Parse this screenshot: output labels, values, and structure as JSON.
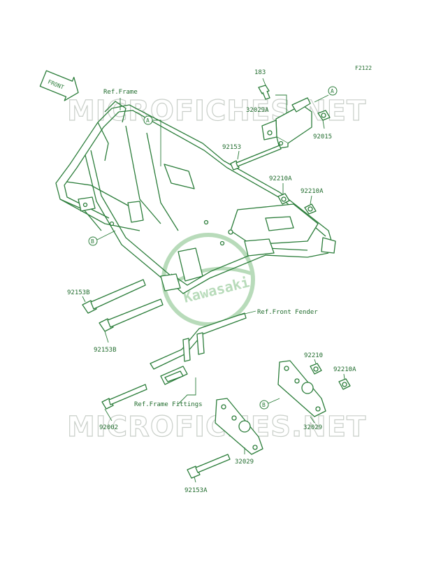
{
  "diagram_code": "F2122",
  "front_tag": "FRONT",
  "logo_text": "Kawasaki",
  "watermark_text": "MICROFICHES.NET",
  "refs": {
    "frame": "Ref.Frame",
    "front_fender": "Ref.Front Fender",
    "frame_fittings": "Ref.Frame Fittings"
  },
  "markers": {
    "a": "A",
    "b": "B"
  },
  "parts": {
    "p183": "183",
    "p32029A": "32029A",
    "p92015": "92015",
    "p92153": "92153",
    "p92210A_1": "92210A",
    "p92210A_2": "92210A",
    "p92153B_1": "92153B",
    "p92153B_2": "92153B",
    "p92210": "92210",
    "p92210A_3": "92210A",
    "p92002": "92002",
    "p32029_1": "32029",
    "p32029_2": "32029",
    "p92153A": "92153A"
  },
  "colors": {
    "ink": "#2b7d3a",
    "watermark": "#c9cfc9",
    "logo": "#7fbf83"
  }
}
